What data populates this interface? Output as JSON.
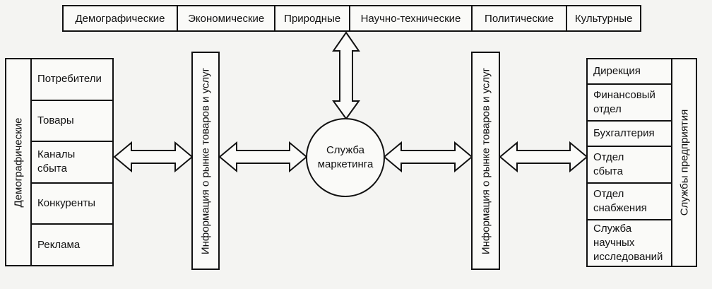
{
  "environment": {
    "items": [
      "Демографические",
      "Экономические",
      "Природные",
      "Научно-технические",
      "Политические",
      "Культурные"
    ]
  },
  "left_group": {
    "label": "Демографические",
    "items": [
      "Потребители",
      "Товары",
      "Каналы\nсбыта",
      "Конкуренты",
      "Реклама"
    ]
  },
  "left_info": {
    "label": "Информация о рынке товаров и услуг"
  },
  "center": {
    "label": "Служба\nмаркетинга"
  },
  "right_info": {
    "label": "Информация о рынке товаров и услуг"
  },
  "right_group": {
    "label": "Службы предприятия",
    "items": [
      "Дирекция",
      "Финансовый\nотдел",
      "Бухгалтерия",
      "Отдел\nсбыта",
      "Отдел\nснабжения",
      "Служба\nнаучных\nисследований"
    ]
  }
}
